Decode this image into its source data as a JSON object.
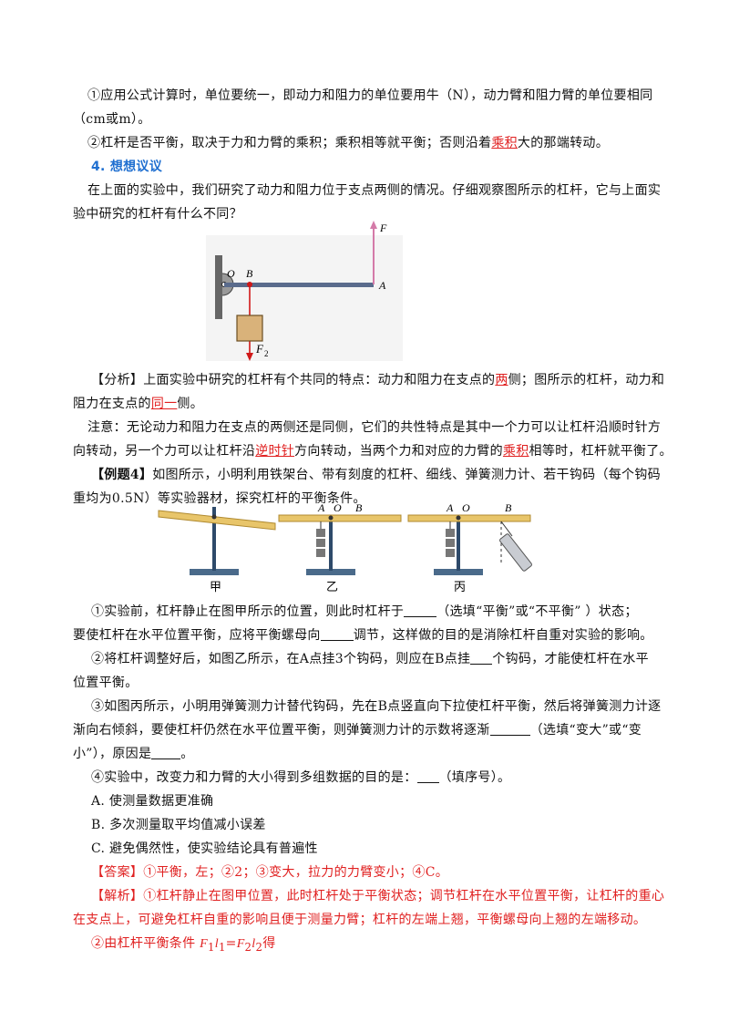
{
  "para1_a": "①应用公式计算时，单位要统一，即动力和阻力的单位要用牛（N），动力臂和阻力臂的单位要相同",
  "para1_b": "（cm或m）。",
  "para2_pre": "②杠杆是否平衡，取决于力和力臂的乘积；乘积相等就平衡；否则沿着",
  "para2_word": "乘积",
  "para2_post": "大的那端转动。",
  "section4": "4. 想想议议",
  "para3_a": "在上面的实验中，我们研究了动力和阻力位于支点两侧的情况。仔细观察图所示的杠杆，它与上面实",
  "para3_b": "验中研究的杠杆有什么不同？",
  "fig1": {
    "F": "F",
    "O": "O",
    "B": "B",
    "A": "A",
    "F2": "F",
    "F2_sub": "2"
  },
  "analysis_a_pre": "【分析】上面实验中研究的杠杆有个共同的特点：动力和阻力在支点的",
  "analysis_a_word": "两",
  "analysis_a_post": "侧；图所示的杠杆，动力和",
  "analysis_b_pre": "阻力在支点的",
  "analysis_b_word": "同一",
  "analysis_b_post": "侧。",
  "note_a": "注意：无论动力和阻力在支点的两侧还是同侧，它们的共性特点是其中一个力可以让杠杆沿顺时针方",
  "note_b_pre": "向转动，另一个力可以让杠杆沿",
  "note_b_word1": "逆时针",
  "note_b_mid": "方向转动，当两个力和对应的力臂的",
  "note_b_word2": "乘积",
  "note_b_post": "相等时，杠杆就平衡了。",
  "ex4_label": "【例题4】",
  "ex4_a": "如图所示，小明利用铁架台、带有刻度的杠杆、细线、弹簧测力计、若干钩码（每个钩码",
  "ex4_b": "重均为0.5N）等实验器材，探究杠杆的平衡条件。",
  "fig2": {
    "A": "A",
    "O": "O",
    "B": "B",
    "cap1": "甲",
    "cap2": "乙",
    "cap3": "丙"
  },
  "q1_a1": "①实验前，杠杆静止在图甲所示的位置，则此时杠杆于",
  "q1_a2": "（选填“平衡”或“不平衡”  ）状态；",
  "q1_b1": "要使杠杆在水平位置平衡，应将平衡螺母向",
  "q1_b2": "调节，这样做的目的是消除杠杆自重对实验的影响。",
  "q2_a1": "②将杠杆调整好后，如图乙所示，在A点挂3个钩码，则应在B点挂",
  "q2_a2": "个钩码，才能使杠杆在水平",
  "q2_b": "位置平衡。",
  "q3_a": "③如图丙所示，小明用弹簧测力计替代钩码，先在B点竖直向下拉使杠杆平衡，然后将弹簧测力计逐",
  "q3_b1": "渐向右倾斜，要使杠杆仍然在水平位置平衡，则弹簧测力计的示数将逐渐",
  "q3_b2": "（选填“变大”或“变",
  "q3_c1": "小”），原因是",
  "q3_c2": "。",
  "q4_1": "④实验中，改变力和力臂的大小得到多组数据的目的是：",
  "q4_2": "（填序号）。",
  "optA": "A. 使测量数据更准确",
  "optB": "B. 多次测量取平均值减小误差",
  "optC": "C. 避免偶然性，使实验结论具有普遍性",
  "answer": "【答案】①平衡，左；②2；③变大，拉力的力臂变小；④C。",
  "expl_a": "【解析】①杠杆静止在图甲位置，此时杠杆处于平衡状态；调节杠杆在水平位置平衡，让杠杆的重心",
  "expl_b": "在支点上，可避免杠杆自重的影响且便于测量力臂；杠杆的左端上翘，平衡螺母向上翘的左端移动。",
  "expl_c_pre": "②由杠杆平衡条件 ",
  "expl_c_F1": "F",
  "expl_c_s1": "1",
  "expl_c_l1": "l",
  "expl_c_s2": "1",
  "expl_c_eq": "=",
  "expl_c_F2": "F",
  "expl_c_s3": "2",
  "expl_c_l2": "l",
  "expl_c_s4": "2",
  "expl_c_post": "得"
}
